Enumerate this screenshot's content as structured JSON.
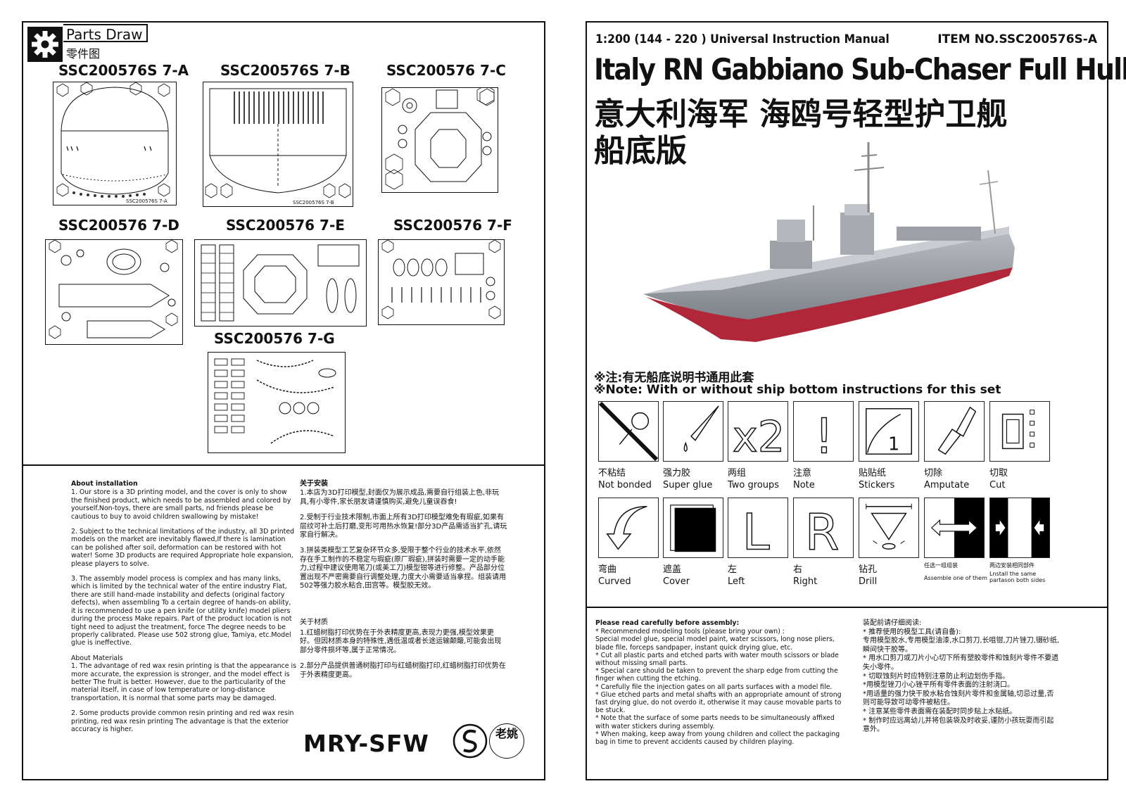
{
  "colors": {
    "ink": "#111111",
    "hull_red": "#b0273a",
    "hull_gray": "#8e9298",
    "deck_gray": "#a9adb2"
  },
  "left_page": {
    "parts_draw": {
      "title_en": "Parts Draw",
      "title_cn": "零件图",
      "icon": "gear-icon"
    },
    "sheets": [
      {
        "label": "SSC200576S 7-A",
        "stamp": "SSC200576S 7-A"
      },
      {
        "label": "SSC200576S 7-B",
        "stamp": "SSC200576S 7-B"
      },
      {
        "label": "SSC200576 7-C"
      },
      {
        "label": "SSC200576 7-D"
      },
      {
        "label": "SSC200576 7-E"
      },
      {
        "label": "SSC200576 7-F"
      },
      {
        "label": "SSC200576 7-G"
      }
    ],
    "install_en": {
      "heading": "About installation",
      "items": [
        "1. Our store is a 3D printing model, and the cover is only to show the finished product, which needs to be assembled and colored by yourself.Non-toys, there are small parts, nd friends please be cautious to buy to avoid children swallowing by mistake!",
        "2. Subject to the technical limitations of the industry, all 3D printed models on the market are inevitably flawed,If there is lamination can be polished after soil, deformation can be restored with hot water! Some 3D products are required Appropriate hole expansion, please players to solve.",
        "3. The assembly model process is complex and has many links, which is limited by the technical water of the entire industry Flat, there are still hand-made instability and defects (original factory defects), when assembling To a certain degree of hands-on ability, it is recommended to use a pen knife (or utility knife) model pliers during the process Make repairs. Part of the product location is not tight need to adjust the treatment, force The degree needs to be properly calibrated. Please use 502 strong glue, Tamiya, etc.Model glue is ineffective."
      ]
    },
    "materials_en": {
      "heading": "About Materials",
      "items": [
        "1. The advantage of red wax resin printing is that the appearance is more accurate, the expression is stronger, and the model effect is better The fruit is better. However, due to the particularity of the material itself, in case of low temperature or long-distance transportation, It is normal that some parts may be damaged.",
        "2. Some products provide common resin printing and red wax resin printing, red wax resin printing The advantage is that the exterior accuracy is higher."
      ]
    },
    "install_cn": {
      "heading": "关于安装",
      "items": [
        "1.本店为3D打印模型,封面仅为展示成品,需要自行组装上色,非玩具,有小零件,家长朋友请谨慎购买,避免儿童误吞食!",
        "2.受制于行业技术限制,市面上所有3D打印模型难免有瑕疵,如果有层纹可补土后打磨,变形可用热水恢复!部分3D产品需适当扩孔,请玩家自行解决。",
        "3.拼装类模型工艺复杂环节众多,受限于整个行业的技术水平,依然存在手工制作的不稳定与瑕疵(原厂瑕疵),拼装时需要一定的动手能力,过程中建议使用笔刀(或美工刀)模型钳等进行修整。产品部分位置出现不严密需要自行调整处理,力度大小需要适当拿捏。组装请用502等强力胶水粘合,田宫等。模型胶无效。"
      ]
    },
    "materials_cn": {
      "heading": "关于材质",
      "items": [
        "1.红蜡树脂打印优势在于外表精度更高,表现力更强,模型效果更好。但因材质本身的特殊性,遇低温或者长途运输颠簸,可能会出现部分零件损坏等,属于正常情况。",
        "2.部分产品提供普通树脂打印与红蜡树脂打印,红蜡树脂打印优势在于外表精度更高。"
      ]
    },
    "brand": {
      "name": "MRY-SFW",
      "logo_icon": "s-swirl-logo",
      "seal_text": "老姚"
    }
  },
  "right_page": {
    "manual_title": "1:200 (144 - 220 ) Universal Instruction Manual",
    "item_no": "ITEM NO.SSC200576S-A",
    "ship_title_en": "Italy RN Gabbiano Sub-Chaser Full Hull",
    "ship_title_cn": "意大利海军 海鸥号轻型护卫舰",
    "ship_title_cn2": "船底版",
    "note_cn": "※注:有无船底说明书通用此套",
    "note_en": "※Note: With or without ship bottom instructions for this set",
    "symbols": [
      {
        "cn": "不粘结",
        "en": "Not bonded",
        "icon": "not-bonded-icon"
      },
      {
        "cn": "强力胶",
        "en": "Super glue",
        "icon": "glue-drop-icon"
      },
      {
        "cn": "两组",
        "en": "Two groups",
        "icon": "x2-icon",
        "glyph": "x2"
      },
      {
        "cn": "注意",
        "en": "Note",
        "icon": "exclamation-icon",
        "glyph": "!"
      },
      {
        "cn": "贴贴纸",
        "en": "Stickers",
        "icon": "sticker-icon",
        "glyph": "1"
      },
      {
        "cn": "切除",
        "en": "Amputate",
        "icon": "knife-icon"
      },
      {
        "cn": "切取",
        "en": "Cut",
        "icon": "cut-part-icon"
      },
      {
        "cn": "弯曲",
        "en": "Curved",
        "icon": "curved-arrow-icon"
      },
      {
        "cn": "遮盖",
        "en": "Cover",
        "icon": "cover-icon"
      },
      {
        "cn": "左",
        "en": "Left",
        "icon": "left-icon",
        "glyph": "L"
      },
      {
        "cn": "右",
        "en": "Right",
        "icon": "right-icon",
        "glyph": "R"
      },
      {
        "cn": "钻孔",
        "en": "Drill",
        "icon": "drill-icon"
      },
      {
        "cn": "任选一组组装",
        "en": "Assemble one of them",
        "icon": "assemble-one-icon"
      },
      {
        "cn": "两边安装相同部件",
        "en": "Lnstall the same partason both sides",
        "icon": "both-sides-icon"
      }
    ],
    "assembly_en": {
      "heading": "Please read carefully before assembly:",
      "lines": [
        "* Recommended modeling tools (please bring your own) :",
        "Special model glue, special model paint, water scissors, long nose pliers, blade file, forceps sandpaper, instant quick drying glue, etc.",
        "* Cut all plastic parts and etched parts with water mouth scissors or blade without missing small parts.",
        "* Special care should be taken to prevent the sharp edge from cutting the finger when cutting the etching.",
        "* Carefully file the injection gates on all parts surfaces with a model file.",
        "* Glue etched parts and metal shafts with an appropriate amount of strong fast drying glue, do not overdo it, otherwise it may cause movable parts to be stuck.",
        "* Note that the surface of some parts needs to be simultaneously affixed with water stickers during assembly.",
        "* When making, keep away from young children and collect the packaging bag in time to prevent accidents caused by children playing."
      ]
    },
    "assembly_cn": {
      "heading": "装配前请仔细阅读:",
      "lines": [
        "* 推荐使用的模型工具(请自备):",
        "专用模型胶水,专用模型油漆,水口剪刀,长咀钳,刀片锉刀,镊砂纸,瞬间快干胶等。",
        "* 用水口剪刀或刀片小心切下所有塑胶零件和蚀刻片零件不要遗失小零件。",
        "* 切取蚀刻片时应特别注意防止利边划伤手指。",
        "*用模型锉刀小心锉平所有零件表面的注射浇口。",
        "*用适量的强力快干胶水粘合蚀刻片零件和金属轴,切忌过量,否则可能导致可动零件被粘住。",
        "* 注意某些零件表面需在装配时同步贴上水贴纸。",
        "* 制作时应远离幼儿并将包装袋及时收妥,谨防小孩玩耍而引起意外。"
      ]
    }
  }
}
